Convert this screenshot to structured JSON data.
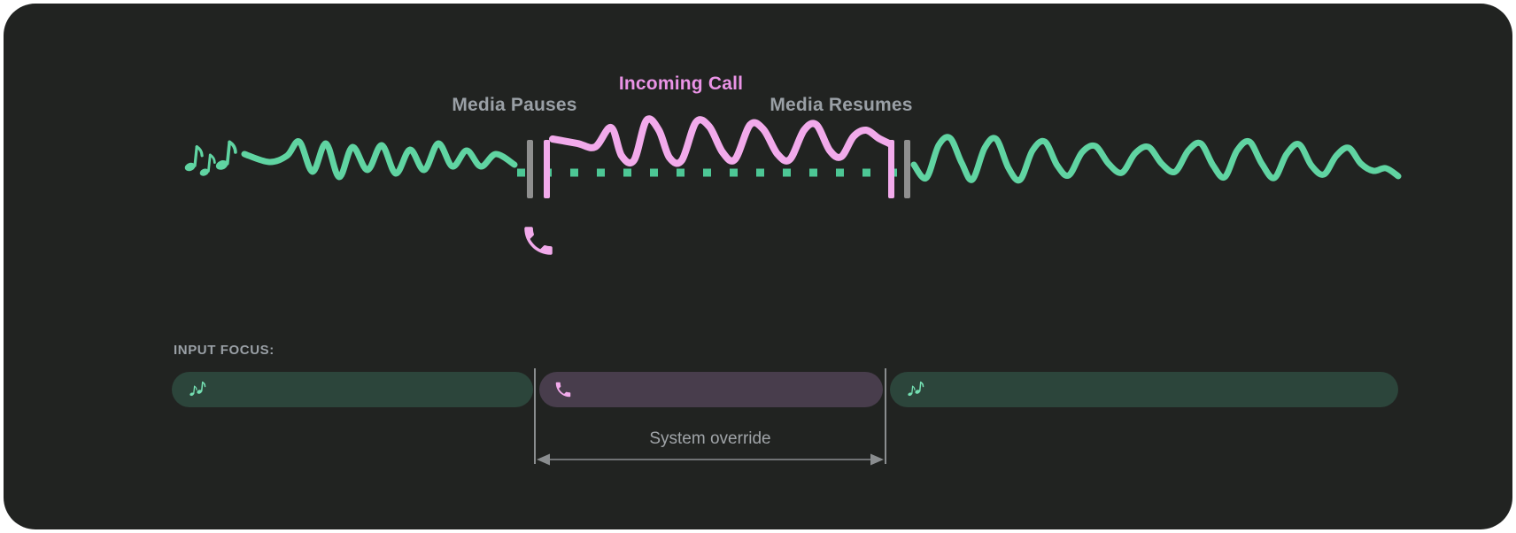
{
  "timeline": {
    "media_pauses_label": "Media Pauses",
    "incoming_call_label": "Incoming Call",
    "media_resumes_label": "Media Resumes",
    "media_icon": "music-notes-icon",
    "call_icon": "phone-icon"
  },
  "input_focus": {
    "heading": "INPUT FOCUS:",
    "system_override_label": "System override",
    "segments": [
      {
        "name": "media-before-call",
        "icon": "music-notes-icon",
        "color_key": "bar_green_bg"
      },
      {
        "name": "call-override",
        "icon": "phone-icon",
        "color_key": "bar_purple_bg"
      },
      {
        "name": "media-after-call",
        "icon": "music-notes-icon",
        "color_key": "bar_green_bg"
      }
    ]
  },
  "colors": {
    "panel": "#212321",
    "green": "#60d4a2",
    "green_bright": "#74dfb2",
    "green_dim": "#4dc795",
    "pink": "#f2aaeb",
    "pink_text": "#ea93e6",
    "gray_text": "#9aa0a6",
    "gray_marker": "#8f8f8f",
    "bar_green_bg": "#2c453b",
    "bar_purple_bg": "#483d4c",
    "line_gray": "#8a8d8f",
    "override_text": "#a0a4a8"
  }
}
